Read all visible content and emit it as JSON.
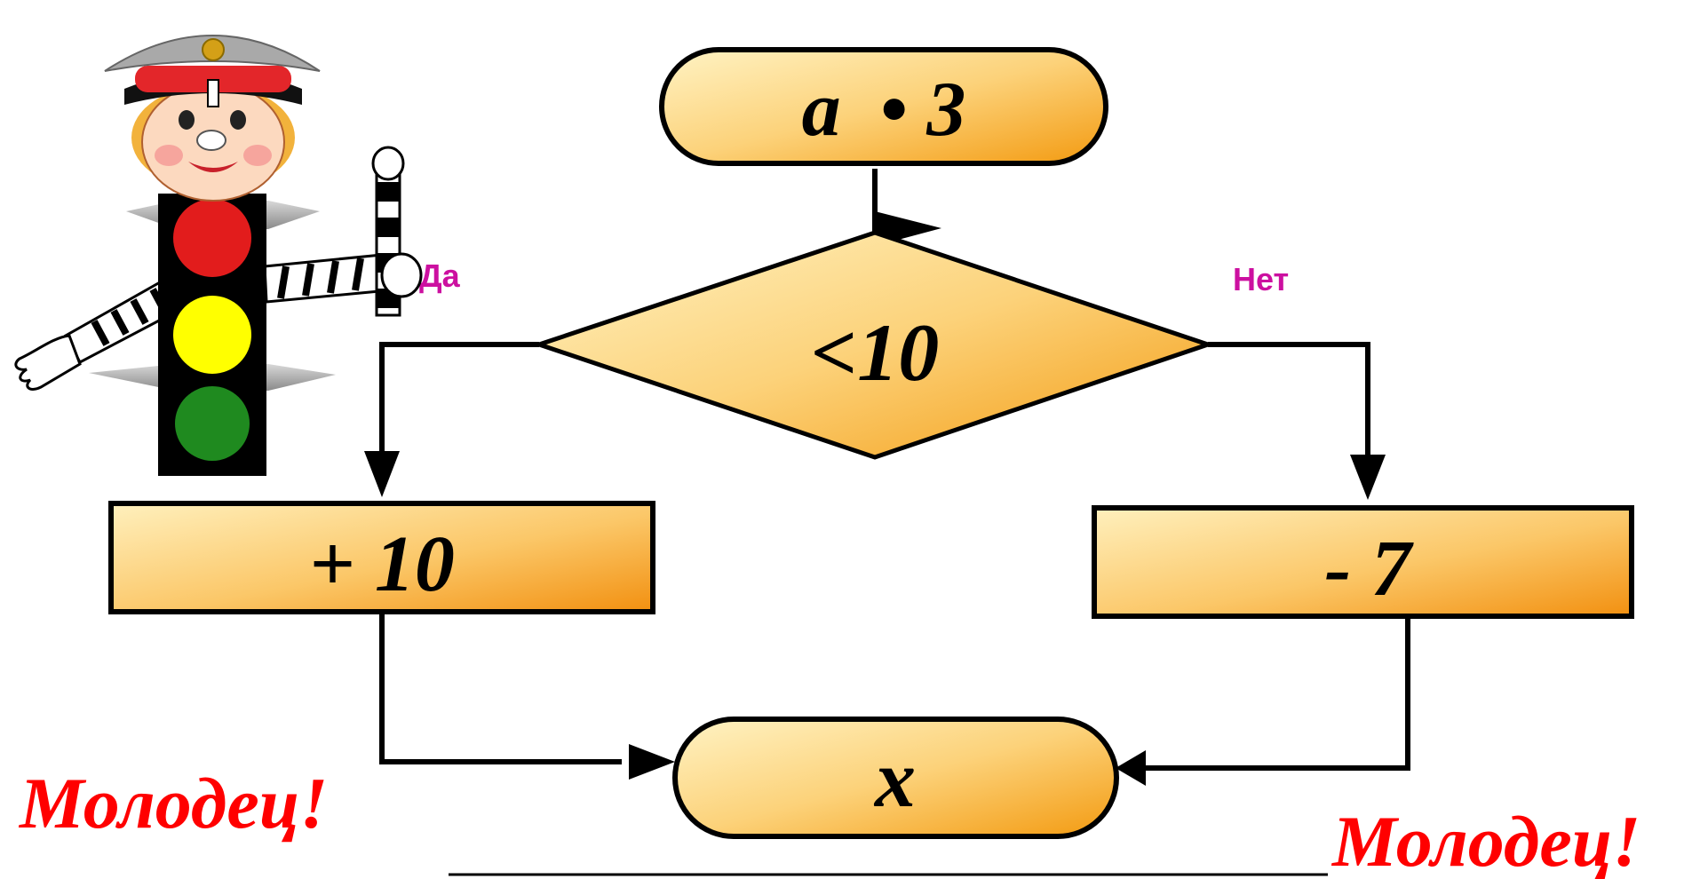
{
  "flowchart": {
    "start": {
      "label": "а  • 3"
    },
    "decision": {
      "label": "<10"
    },
    "branch_yes": {
      "label": "Да"
    },
    "branch_no": {
      "label": "Нет"
    },
    "action_yes": {
      "label": "+ 10"
    },
    "action_no": {
      "label": "- 7"
    },
    "end": {
      "label": "x"
    }
  },
  "praise": {
    "left": "Молодец!",
    "right": "Молодец!"
  },
  "colors": {
    "node_fill_light": "#fde9a8",
    "node_fill_dark": "#f6a21a",
    "outline": "#000000",
    "branch_label": "#cc10a0",
    "praise": "#ff0000",
    "light_red": "#e21c1c",
    "light_yellow": "#ffff00",
    "light_green": "#1f8a1f",
    "cap_red": "#e3262a"
  },
  "mascot": {
    "icon": "traffic-light-inspector-icon"
  }
}
